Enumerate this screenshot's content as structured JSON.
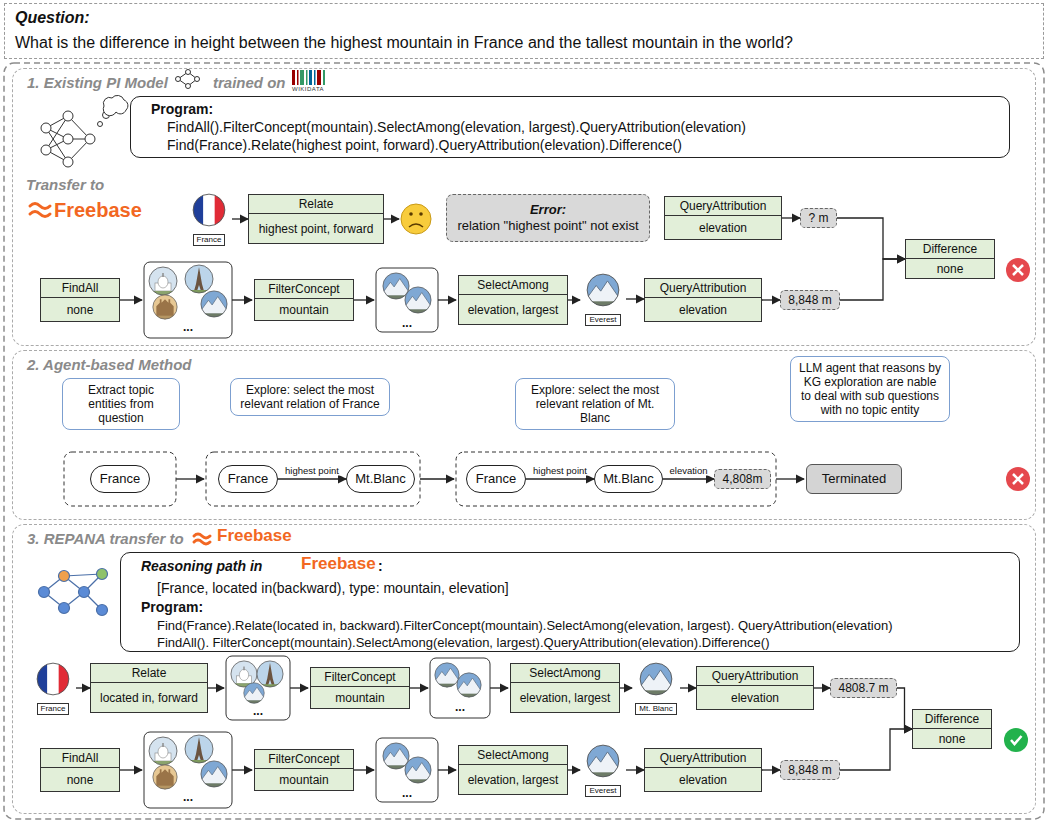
{
  "diagram": {
    "nodes": [
      {
        "text": [
          "Question:",
          "What is the difference in height between the highest mountain in France and the tallest mountain in the world?"
        ]
      },
      {
        "text": [
          "1. Existing PI Model",
          "trained on"
        ]
      },
      {
        "text": [
          "Program:",
          "FindAll().FilterConcept(mountain).SelectAmong(elevation, largest).QueryAttribution(elevation)",
          "Find(France).Relate(highest point, forward).QueryAttribution(elevation).Difference()"
        ],
        "in": 1
      },
      {
        "text": [
          "France"
        ],
        "in": 1
      },
      {
        "text": [
          "Relate",
          "highest point, forward"
        ],
        "in": 1
      },
      {
        "text": [
          "Error:",
          "relation \"highest point\" not exist"
        ],
        "in": 1
      },
      {
        "text": [
          "QueryAttribution",
          "elevation"
        ],
        "in": 1
      },
      {
        "text": [
          "? m"
        ],
        "in": 1
      },
      {
        "text": [
          "Difference",
          "none"
        ],
        "in": 1
      },
      {
        "text": [
          "FindAll",
          "none"
        ],
        "in": 1
      },
      {
        "text": [
          "FilterConcept",
          "mountain"
        ],
        "in": 1
      },
      {
        "text": [
          "SelectAmong",
          "elevation, largest"
        ],
        "in": 1
      },
      {
        "text": [
          "Everest"
        ],
        "in": 1
      },
      {
        "text": [
          "QueryAttribution",
          "elevation"
        ],
        "in": 1
      },
      {
        "text": [
          "8,848 m"
        ],
        "in": 1
      },
      {
        "text": [
          "2. Agent-based Method"
        ]
      },
      {
        "text": [
          "Extract topic entities from question"
        ],
        "in": 15
      },
      {
        "text": [
          "Explore: select the most relevant relation of France"
        ],
        "in": 15
      },
      {
        "text": [
          "Explore: select the most relevant relation of Mt. Blanc"
        ],
        "in": 15
      },
      {
        "text": [
          "LLM agent that reasons by KG exploration are nable to deal with sub questions with no topic entity"
        ],
        "in": 15
      },
      {
        "text": [
          "France"
        ],
        "in": 15
      },
      {
        "text": [
          "France"
        ],
        "in": 15
      },
      {
        "text": [
          "Mt.Blanc"
        ],
        "in": 15
      },
      {
        "text": [
          "France"
        ],
        "in": 15
      },
      {
        "text": [
          "Mt.Blanc"
        ],
        "in": 15
      },
      {
        "text": [
          "4,808m"
        ],
        "in": 15
      },
      {
        "text": [
          "Terminated"
        ],
        "in": 15
      },
      {
        "text": [
          "3. REPANA transfer to",
          "Freebase"
        ]
      },
      {
        "text": [
          "Reasoning path in",
          "Freebase",
          ":",
          "[France, located in(backward), type: mountain, elevation]",
          "Program:",
          "Find(France).Relate(located in, backward).FilterConcept(mountain).SelectAmong(elevation, largest). QueryAttribution(elevation)",
          "FindAll(). FilterConcept(mountain).SelectAmong(elevation, largest).QueryAttribution(elevation).Difference()"
        ],
        "in": 27
      },
      {
        "text": [
          "France"
        ],
        "in": 27
      },
      {
        "text": [
          "Relate",
          "located in, forward"
        ],
        "in": 27
      },
      {
        "text": [
          "FilterConcept",
          "mountain"
        ],
        "in": 27
      },
      {
        "text": [
          "SelectAmong",
          "elevation, largest"
        ],
        "in": 27
      },
      {
        "text": [
          "Mt. Blanc"
        ],
        "in": 27
      },
      {
        "text": [
          "QueryAttribution",
          "elevation"
        ],
        "in": 27
      },
      {
        "text": [
          "4808.7 m"
        ],
        "in": 27
      },
      {
        "text": [
          "Difference",
          "none"
        ],
        "in": 27
      },
      {
        "text": [
          "FindAll",
          "none"
        ],
        "in": 27
      },
      {
        "text": [
          "FilterConcept",
          "mountain"
        ],
        "in": 27
      },
      {
        "text": [
          "SelectAmong",
          "elevation, largest"
        ],
        "in": 27
      },
      {
        "text": [
          "Everest"
        ],
        "in": 27
      },
      {
        "text": [
          "QueryAttribution",
          "elevation"
        ],
        "in": 27
      },
      {
        "text": [
          "8,848 m"
        ],
        "in": 27
      }
    ],
    "edges": [
      {
        "from": 3,
        "to": 4,
        "arrow": "to"
      },
      {
        "from": 6,
        "to": 7,
        "arrow": "to"
      },
      {
        "from": 7,
        "to": 8,
        "arrow": "to"
      },
      {
        "from": 11,
        "to": 12,
        "arrow": "to"
      },
      {
        "from": 12,
        "to": 13,
        "arrow": "to"
      },
      {
        "from": 13,
        "to": 14,
        "arrow": "to"
      },
      {
        "from": 14,
        "to": 8,
        "arrow": "to"
      },
      {
        "from": 21,
        "to": 22,
        "label": "highest point",
        "arrow": "to"
      },
      {
        "from": 23,
        "to": 24,
        "label": "highest point",
        "arrow": "to"
      },
      {
        "from": 24,
        "to": 25,
        "label": "elevation",
        "arrow": "to"
      },
      {
        "from": 29,
        "to": 30,
        "arrow": "to"
      },
      {
        "from": 32,
        "to": 33,
        "arrow": "to"
      },
      {
        "from": 33,
        "to": 34,
        "arrow": "to"
      },
      {
        "from": 34,
        "to": 35,
        "arrow": "to"
      },
      {
        "from": 35,
        "to": 36,
        "arrow": "to"
      },
      {
        "from": 39,
        "to": 40,
        "arrow": "to"
      },
      {
        "from": 40,
        "to": 41,
        "arrow": "to"
      },
      {
        "from": 41,
        "to": 42,
        "arrow": "to"
      },
      {
        "from": 42,
        "to": 36,
        "arrow": "to"
      }
    ],
    "labels": [
      "WIKIDATA",
      "Transfer to",
      "Freebase",
      "...",
      "...",
      "...",
      "...",
      "...",
      "..."
    ]
  }
}
